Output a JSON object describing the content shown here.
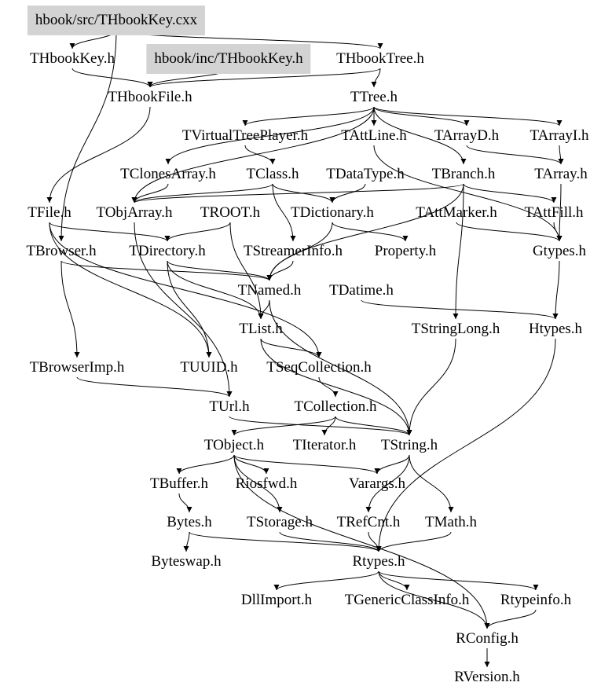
{
  "nodes": [
    {
      "id": "cxx",
      "label": "hbook/src/THbookKey.cxx",
      "highlight": true
    },
    {
      "id": "hbkey",
      "label": "THbookKey.h"
    },
    {
      "id": "inc",
      "label": "hbook/inc/THbookKey.h",
      "highlight": true
    },
    {
      "id": "hbtree",
      "label": "THbookTree.h"
    },
    {
      "id": "hbfile",
      "label": "THbookFile.h"
    },
    {
      "id": "ttree",
      "label": "TTree.h"
    },
    {
      "id": "tvtp",
      "label": "TVirtualTreePlayer.h"
    },
    {
      "id": "tattline",
      "label": "TAttLine.h"
    },
    {
      "id": "tarrayd",
      "label": "TArrayD.h"
    },
    {
      "id": "tarrayi",
      "label": "TArrayI.h"
    },
    {
      "id": "tclones",
      "label": "TClonesArray.h"
    },
    {
      "id": "tclass",
      "label": "TClass.h"
    },
    {
      "id": "tdatatype",
      "label": "TDataType.h"
    },
    {
      "id": "tbranch",
      "label": "TBranch.h"
    },
    {
      "id": "tarray",
      "label": "TArray.h"
    },
    {
      "id": "tfile",
      "label": "TFile.h"
    },
    {
      "id": "tobjarray",
      "label": "TObjArray.h"
    },
    {
      "id": "troot",
      "label": "TROOT.h"
    },
    {
      "id": "tdict",
      "label": "TDictionary.h"
    },
    {
      "id": "tattmarker",
      "label": "TAttMarker.h"
    },
    {
      "id": "tattfill",
      "label": "TAttFill.h"
    },
    {
      "id": "tbrowser",
      "label": "TBrowser.h"
    },
    {
      "id": "tdirectory",
      "label": "TDirectory.h"
    },
    {
      "id": "tstreamer",
      "label": "TStreamerInfo.h"
    },
    {
      "id": "property",
      "label": "Property.h"
    },
    {
      "id": "gtypes",
      "label": "Gtypes.h"
    },
    {
      "id": "tnamed",
      "label": "TNamed.h"
    },
    {
      "id": "tdatime",
      "label": "TDatime.h"
    },
    {
      "id": "tlist",
      "label": "TList.h"
    },
    {
      "id": "tstringlong",
      "label": "TStringLong.h"
    },
    {
      "id": "htypes",
      "label": "Htypes.h"
    },
    {
      "id": "tbrowserimp",
      "label": "TBrowserImp.h"
    },
    {
      "id": "tuuid",
      "label": "TUUID.h"
    },
    {
      "id": "tseqcoll",
      "label": "TSeqCollection.h"
    },
    {
      "id": "turl",
      "label": "TUrl.h"
    },
    {
      "id": "tcollection",
      "label": "TCollection.h"
    },
    {
      "id": "tobject",
      "label": "TObject.h"
    },
    {
      "id": "titerator",
      "label": "TIterator.h"
    },
    {
      "id": "tstring",
      "label": "TString.h"
    },
    {
      "id": "tbuffer",
      "label": "TBuffer.h"
    },
    {
      "id": "riosfwd",
      "label": "Riosfwd.h"
    },
    {
      "id": "varargs",
      "label": "Varargs.h"
    },
    {
      "id": "bytes",
      "label": "Bytes.h"
    },
    {
      "id": "tstorage",
      "label": "TStorage.h"
    },
    {
      "id": "trefcnt",
      "label": "TRefCnt.h"
    },
    {
      "id": "tmath",
      "label": "TMath.h"
    },
    {
      "id": "byteswap",
      "label": "Byteswap.h"
    },
    {
      "id": "rtypes",
      "label": "Rtypes.h"
    },
    {
      "id": "dllimport",
      "label": "DllImport.h"
    },
    {
      "id": "tgci",
      "label": "TGenericClassInfo.h"
    },
    {
      "id": "rtypeinfo",
      "label": "Rtypeinfo.h"
    },
    {
      "id": "rconfig",
      "label": "RConfig.h"
    },
    {
      "id": "rversion",
      "label": "RVersion.h"
    }
  ],
  "edges": [
    [
      "cxx",
      "hbkey"
    ],
    [
      "cxx",
      "hbtree"
    ],
    [
      "cxx",
      "tbrowser"
    ],
    [
      "hbkey",
      "hbfile"
    ],
    [
      "inc",
      "hbfile"
    ],
    [
      "hbtree",
      "hbfile"
    ],
    [
      "hbtree",
      "ttree"
    ],
    [
      "hbfile",
      "tfile"
    ],
    [
      "ttree",
      "tvtp"
    ],
    [
      "ttree",
      "tattline"
    ],
    [
      "ttree",
      "tarrayd"
    ],
    [
      "ttree",
      "tarrayi"
    ],
    [
      "ttree",
      "tbranch"
    ],
    [
      "ttree",
      "tobjarray"
    ],
    [
      "ttree",
      "tclones"
    ],
    [
      "tvtp",
      "tclass"
    ],
    [
      "tarrayd",
      "tarray"
    ],
    [
      "tarrayi",
      "tarray"
    ],
    [
      "tclones",
      "tobjarray"
    ],
    [
      "tclass",
      "tdict"
    ],
    [
      "tclass",
      "tobjarray"
    ],
    [
      "tclass",
      "tstreamer"
    ],
    [
      "tdatatype",
      "tdict"
    ],
    [
      "tbranch",
      "tattfill"
    ],
    [
      "tbranch",
      "tobjarray"
    ],
    [
      "tbranch",
      "tnamed"
    ],
    [
      "tbranch",
      "tstringlong"
    ],
    [
      "tattline",
      "gtypes"
    ],
    [
      "tattfill",
      "gtypes"
    ],
    [
      "tattmarker",
      "gtypes"
    ],
    [
      "tarray",
      "gtypes"
    ],
    [
      "gtypes",
      "htypes"
    ],
    [
      "tfile",
      "tdirectory"
    ],
    [
      "tfile",
      "tseqcoll"
    ],
    [
      "tfile",
      "tuuid"
    ],
    [
      "troot",
      "tdirectory"
    ],
    [
      "troot",
      "tlist"
    ],
    [
      "tdict",
      "tnamed"
    ],
    [
      "tdict",
      "property"
    ],
    [
      "tdirectory",
      "tnamed"
    ],
    [
      "tdirectory",
      "tlist"
    ],
    [
      "tdirectory",
      "tuuid"
    ],
    [
      "tstreamer",
      "tnamed"
    ],
    [
      "tbrowser",
      "tnamed"
    ],
    [
      "tbrowser",
      "tbrowserimp"
    ],
    [
      "tnamed",
      "tlist"
    ],
    [
      "tnamed",
      "tstring"
    ],
    [
      "tdatime",
      "htypes"
    ],
    [
      "tlist",
      "tseqcoll"
    ],
    [
      "tlist",
      "tstring"
    ],
    [
      "tobjarray",
      "turl"
    ],
    [
      "tseqcoll",
      "tcollection"
    ],
    [
      "tstringlong",
      "tstring"
    ],
    [
      "tbrowserimp",
      "turl"
    ],
    [
      "turl",
      "tstring"
    ],
    [
      "tcollection",
      "tobject"
    ],
    [
      "tcollection",
      "titerator"
    ],
    [
      "tcollection",
      "tstring"
    ],
    [
      "tobject",
      "tbuffer"
    ],
    [
      "tobject",
      "riosfwd"
    ],
    [
      "tobject",
      "tstorage"
    ],
    [
      "tobject",
      "varargs"
    ],
    [
      "tobject",
      "rconfig"
    ],
    [
      "tstring",
      "trefcnt"
    ],
    [
      "tstring",
      "tmath"
    ],
    [
      "tstring",
      "varargs"
    ],
    [
      "tbuffer",
      "bytes"
    ],
    [
      "bytes",
      "byteswap"
    ],
    [
      "bytes",
      "rtypes"
    ],
    [
      "tstorage",
      "rtypes"
    ],
    [
      "trefcnt",
      "rtypes"
    ],
    [
      "tmath",
      "rtypes"
    ],
    [
      "htypes",
      "rtypes"
    ],
    [
      "rtypes",
      "dllimport"
    ],
    [
      "rtypes",
      "tgci"
    ],
    [
      "rtypes",
      "rtypeinfo"
    ],
    [
      "rtypes",
      "rconfig"
    ],
    [
      "rtypeinfo",
      "rconfig"
    ],
    [
      "rconfig",
      "rversion"
    ]
  ],
  "colors": {
    "highlight": "#d3d3d3",
    "edge": "#000000"
  }
}
